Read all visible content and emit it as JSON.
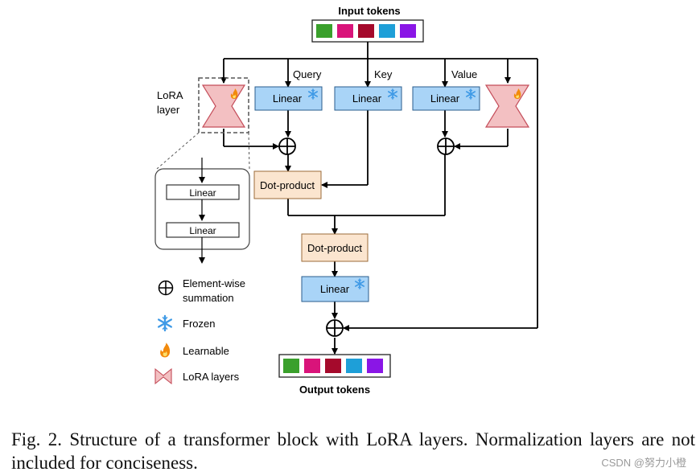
{
  "diagram": {
    "input_label": "Input tokens",
    "output_label": "Output tokens",
    "query_label": "Query",
    "key_label": "Key",
    "value_label": "Value",
    "lora_label_line1": "LoRA",
    "lora_label_line2": "layer",
    "linear_label": "Linear",
    "dot_product_label": "Dot-product",
    "token_colors": [
      "#3aa02c",
      "#d9147a",
      "#a50a2c",
      "#1e9fd8",
      "#8a16e6"
    ],
    "colors": {
      "linear_fill": "#a9d4f7",
      "dot_fill": "#fbe5cf",
      "lora_fill": "#f3c0c2",
      "flame": "#f28a0c",
      "snowflake": "#3f9ae6"
    },
    "legend": {
      "sum_line1": "Element-wise",
      "sum_line2": "summation",
      "frozen": "Frozen",
      "learnable": "Learnable",
      "lora_layers": "LoRA layers"
    }
  },
  "caption": "Fig. 2.  Structure of a transformer block with LoRA layers. Normalization layers are not included for conciseness.",
  "watermark": "CSDN @努力小橙"
}
